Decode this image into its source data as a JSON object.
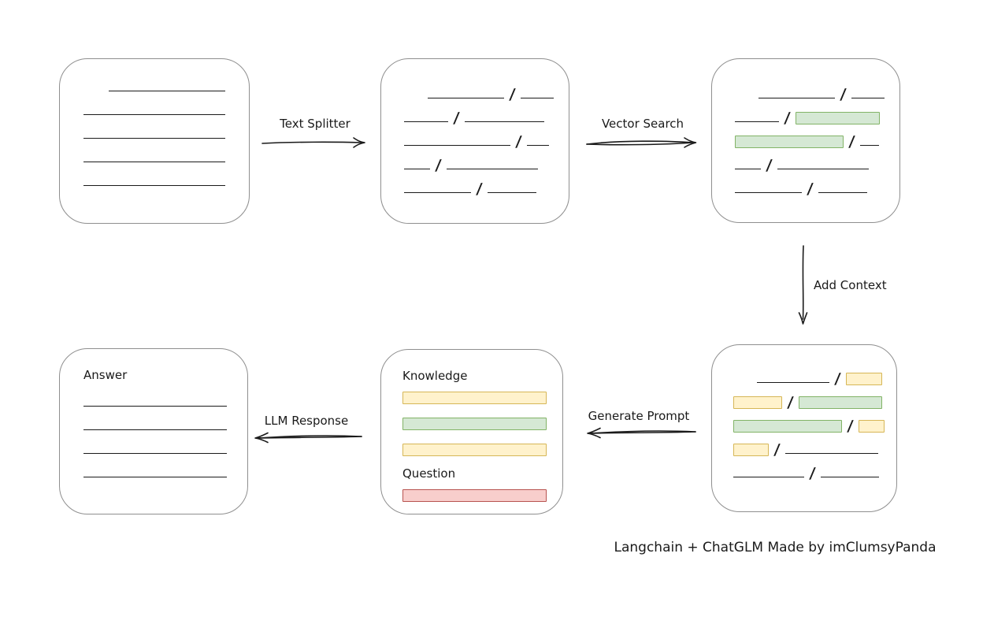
{
  "caption": "Langchain + ChatGLM Made by imClumsyPanda",
  "colors": {
    "ink": "#1a1a1a",
    "node_border": "#8f8f8f",
    "green_fill": "#d5e8d4",
    "green_border": "#82b366",
    "yellow_fill": "#fff2cc",
    "yellow_border": "#d6b656",
    "red_fill": "#f8cecc",
    "red_border": "#b85450"
  },
  "arrows": {
    "text_splitter": {
      "label": "Text Splitter",
      "direction": "right"
    },
    "vector_search": {
      "label": "Vector Search",
      "direction": "right"
    },
    "add_context": {
      "label": "Add Context",
      "direction": "down"
    },
    "generate_prompt": {
      "label": "Generate Prompt",
      "direction": "left"
    },
    "llm_response": {
      "label": "LLM Response",
      "direction": "left"
    }
  },
  "nodes": {
    "source_document": {
      "rows": [
        {
          "indent": 32,
          "segs": [
            {
              "t": "line",
              "w": 148
            }
          ]
        },
        {
          "segs": [
            {
              "t": "line",
              "w": 180
            }
          ]
        },
        {
          "segs": [
            {
              "t": "line",
              "w": 180
            }
          ]
        },
        {
          "segs": [
            {
              "t": "line",
              "w": 180
            }
          ]
        },
        {
          "segs": [
            {
              "t": "line",
              "w": 180
            }
          ]
        }
      ]
    },
    "split_document": {
      "rows": [
        {
          "indent": 30,
          "segs": [
            {
              "t": "line",
              "w": 97
            },
            {
              "t": "slash"
            },
            {
              "t": "line",
              "w": 42
            }
          ]
        },
        {
          "segs": [
            {
              "t": "line",
              "w": 56
            },
            {
              "t": "slash"
            },
            {
              "t": "line",
              "w": 101
            }
          ]
        },
        {
          "segs": [
            {
              "t": "line",
              "w": 135
            },
            {
              "t": "slash"
            },
            {
              "t": "line",
              "w": 28
            }
          ]
        },
        {
          "segs": [
            {
              "t": "line",
              "w": 33
            },
            {
              "t": "slash"
            },
            {
              "t": "line",
              "w": 116
            }
          ]
        },
        {
          "segs": [
            {
              "t": "line",
              "w": 85
            },
            {
              "t": "slash"
            },
            {
              "t": "line",
              "w": 62
            }
          ]
        }
      ]
    },
    "search_result_document": {
      "rows": [
        {
          "indent": 30,
          "segs": [
            {
              "t": "line",
              "w": 97
            },
            {
              "t": "slash"
            },
            {
              "t": "line",
              "w": 42
            }
          ]
        },
        {
          "segs": [
            {
              "t": "line",
              "w": 56
            },
            {
              "t": "slash"
            },
            {
              "t": "green",
              "w": 107
            }
          ]
        },
        {
          "segs": [
            {
              "t": "green",
              "w": 138
            },
            {
              "t": "slash"
            },
            {
              "t": "line",
              "w": 24
            }
          ]
        },
        {
          "segs": [
            {
              "t": "line",
              "w": 33
            },
            {
              "t": "slash"
            },
            {
              "t": "line",
              "w": 116
            }
          ]
        },
        {
          "segs": [
            {
              "t": "line",
              "w": 85
            },
            {
              "t": "slash"
            },
            {
              "t": "line",
              "w": 62
            }
          ]
        }
      ]
    },
    "context_document": {
      "rows": [
        {
          "indent": 30,
          "segs": [
            {
              "t": "line",
              "w": 92
            },
            {
              "t": "slash"
            },
            {
              "t": "yellow",
              "w": 46
            }
          ]
        },
        {
          "segs": [
            {
              "t": "yellow",
              "w": 62
            },
            {
              "t": "slash"
            },
            {
              "t": "green",
              "w": 106
            }
          ]
        },
        {
          "segs": [
            {
              "t": "green",
              "w": 138
            },
            {
              "t": "slash"
            },
            {
              "t": "yellow",
              "w": 33
            }
          ]
        },
        {
          "segs": [
            {
              "t": "yellow",
              "w": 45
            },
            {
              "t": "slash"
            },
            {
              "t": "line",
              "w": 118
            }
          ]
        },
        {
          "segs": [
            {
              "t": "line",
              "w": 90
            },
            {
              "t": "slash"
            },
            {
              "t": "line",
              "w": 74
            }
          ]
        }
      ]
    },
    "prompt": {
      "knowledge_label": "Knowledge",
      "knowledge_bars": [
        {
          "segs": [
            {
              "t": "yellow",
              "w": 183
            }
          ]
        },
        {
          "segs": [
            {
              "t": "green",
              "w": 183
            }
          ]
        },
        {
          "segs": [
            {
              "t": "yellow",
              "w": 183
            }
          ]
        }
      ],
      "question_label": "Question",
      "question_bars": [
        {
          "segs": [
            {
              "t": "red",
              "w": 183
            }
          ]
        }
      ]
    },
    "answer_document": {
      "label": "Answer",
      "rows": [
        {
          "segs": [
            {
              "t": "line",
              "w": 182
            }
          ]
        },
        {
          "segs": [
            {
              "t": "line",
              "w": 182
            }
          ]
        },
        {
          "segs": [
            {
              "t": "line",
              "w": 182
            }
          ]
        },
        {
          "segs": [
            {
              "t": "line",
              "w": 182
            }
          ]
        }
      ]
    }
  }
}
